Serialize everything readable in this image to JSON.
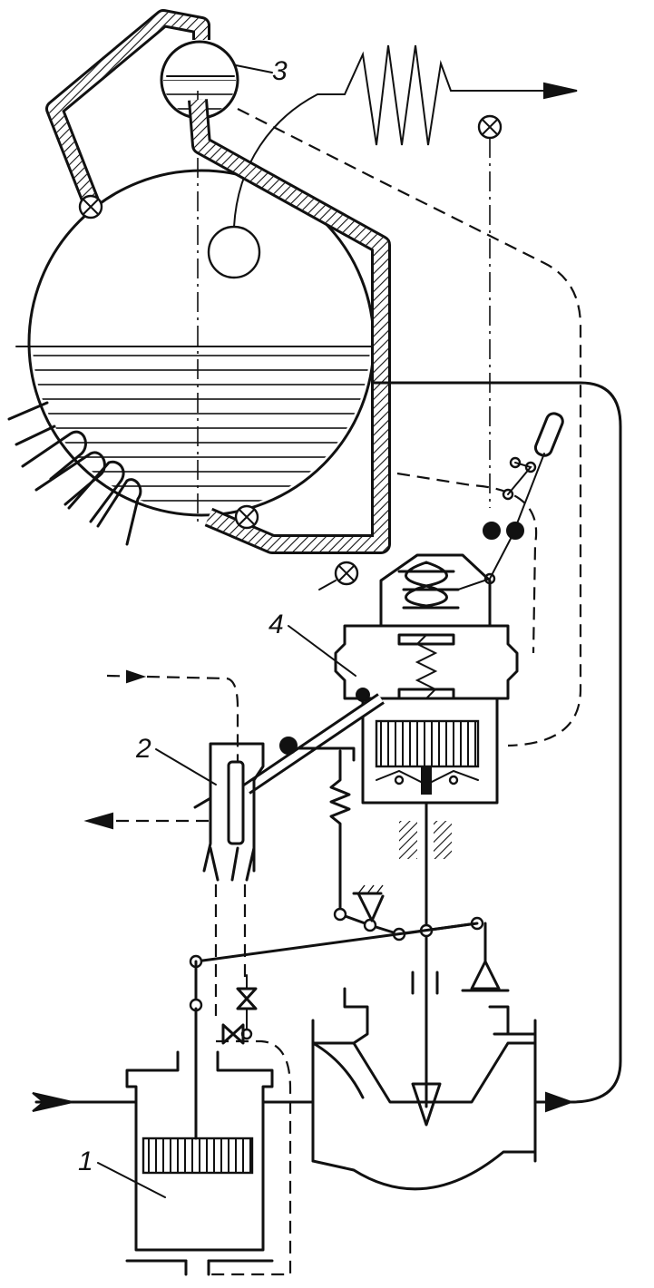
{
  "labels": {
    "one": "1",
    "two": "2",
    "three": "3",
    "four": "4"
  },
  "colors": {
    "ink": "#111111",
    "paper": "#ffffff"
  }
}
